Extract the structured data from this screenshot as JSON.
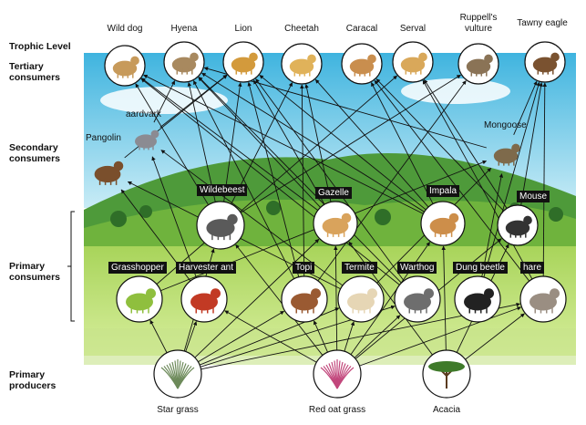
{
  "levels": {
    "header": "Trophic Level",
    "tertiary": "Tertiary consumers",
    "secondary": "Secondary consumers",
    "primary": "Primary consumers",
    "producers": "Primary producers"
  },
  "tertiary": [
    "Wild dog",
    "Hyena",
    "Lion",
    "Cheetah",
    "Caracal",
    "Serval",
    "Ruppell's vulture",
    "Tawny eagle"
  ],
  "secondary": [
    "Pangolin",
    "aardvark",
    "Mongoose",
    "Mouse"
  ],
  "large_herbivores": [
    "Wildebeest",
    "Gazelle",
    "Impala"
  ],
  "small_primary": [
    "Grasshopper",
    "Harvester ant",
    "Topi",
    "Termite",
    "Warthog",
    "Dung beetle",
    "hare"
  ],
  "producers": [
    "Star grass",
    "Red oat grass",
    "Acacia"
  ],
  "colors": {
    "sky": "#45b8e0",
    "grass": "#8cc63f",
    "hill": "#4e9a3a",
    "arrow": "#111111"
  }
}
